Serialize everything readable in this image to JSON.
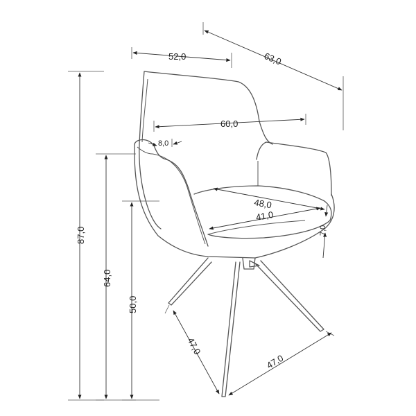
{
  "dimensions": {
    "depth_overall": "63,0",
    "width_back": "52,0",
    "width_arms": "60,0",
    "armrest_width": "8,0",
    "seat_width": "48,0",
    "seat_depth": "41,0",
    "seat_thickness": "7,0",
    "height_total": "87,0",
    "height_armrest": "64,0",
    "height_seat": "50,0",
    "base_left": "47,0",
    "base_right": "47,0"
  },
  "colors": {
    "line": "#555555",
    "text": "#222222"
  }
}
